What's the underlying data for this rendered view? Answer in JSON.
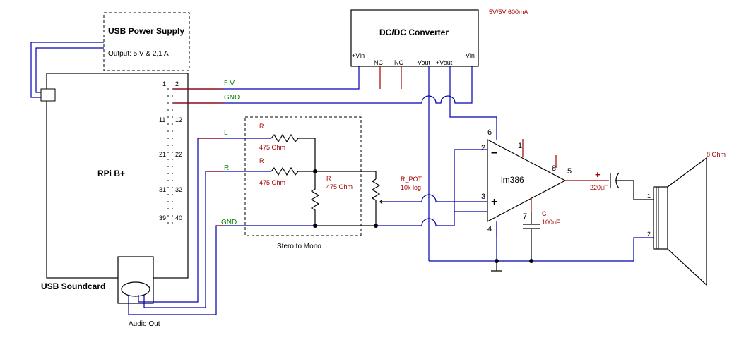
{
  "power_supply": {
    "title": "USB Power Supply",
    "output": "Output: 5 V & 2,1 A"
  },
  "converter": {
    "title": "DC/DC Converter",
    "rating": "5V/5V 600mA",
    "pins": [
      "+Vin",
      "NC",
      "NC",
      "-Vout",
      "+Vout",
      "-Vin"
    ]
  },
  "rpi": {
    "title": "RPi B+",
    "pin_numbers": [
      "1",
      "2",
      "11",
      "12",
      "21",
      "22",
      "31",
      "32",
      "39",
      "40"
    ]
  },
  "nets": {
    "v5": "5 V",
    "gnd": "GND",
    "left": "L",
    "right": "R",
    "gnd2": "GND"
  },
  "soundcard": {
    "title": "USB Soundcard",
    "audio_out": "Audio Out"
  },
  "mono": {
    "caption": "Stero to Mono",
    "r1_ref": "R",
    "r1_val": "475 Ohm",
    "r2_ref": "R",
    "r2_val": "475 Ohm",
    "r3_ref": "R",
    "r3_val": "475 Ohm"
  },
  "pot": {
    "ref": "R_POT",
    "value": "10k log"
  },
  "amp": {
    "name": "lm386",
    "pin_labels": [
      "6",
      "2",
      "1",
      "8",
      "5",
      "3",
      "7",
      "4"
    ],
    "minus": "−",
    "plus": "+"
  },
  "cap_c": {
    "ref": "C",
    "value": "100nF"
  },
  "cap_out": {
    "plus": "+",
    "value": "220uF"
  },
  "speaker": {
    "label": "8 Ohm",
    "pin1": "1",
    "pin2": "2"
  }
}
